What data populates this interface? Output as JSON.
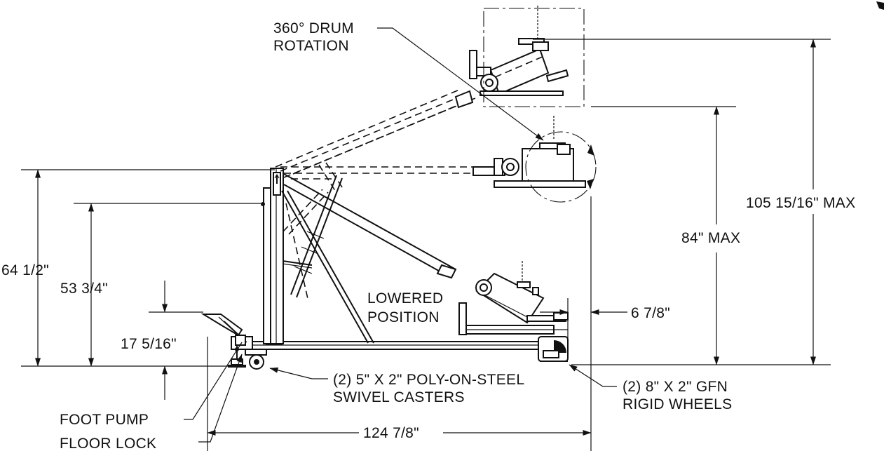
{
  "labels": {
    "drum_rotation_l1": "360° DRUM",
    "drum_rotation_l2": "ROTATION",
    "lowered_l1": "LOWERED",
    "lowered_l2": "POSITION",
    "foot_pump": "FOOT PUMP",
    "floor_lock": "FLOOR LOCK",
    "casters_l1": "(2) 5\" X 2\" POLY-ON-STEEL",
    "casters_l2": "SWIVEL CASTERS",
    "wheels_l1": "(2) 8\" X 2\" GFN",
    "wheels_l2": "RIGID WHEELS"
  },
  "dimensions": {
    "overall_height": "64 1/2\"",
    "mast_height": "53 3/4\"",
    "pedal_height": "17 5/16\"",
    "overall_length": "124 7/8\"",
    "front_overhang": "6 7/8\"",
    "reach_height": "84\" MAX",
    "max_height": "105 15/16\" MAX"
  }
}
